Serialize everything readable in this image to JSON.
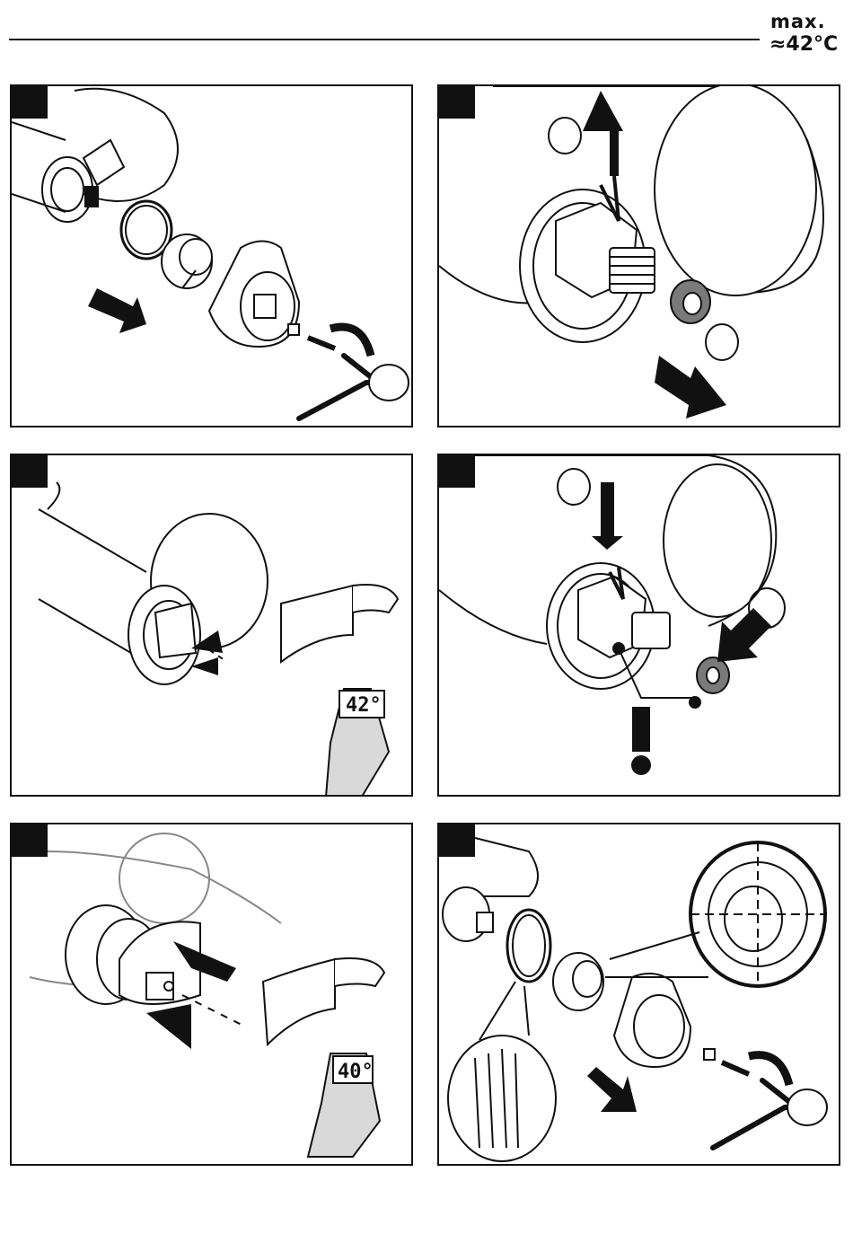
{
  "header": {
    "max_label": "max.",
    "temperature_label": "≈42°C"
  },
  "panels": [
    {
      "id": "panel-1",
      "icon": "remove-handle-illustration"
    },
    {
      "id": "panel-2",
      "icon": "remove-clip-and-ring-illustration",
      "display": ""
    },
    {
      "id": "panel-3",
      "icon": "measure-temperature-illustration",
      "thermometer_reading": "42°"
    },
    {
      "id": "panel-4",
      "icon": "reinsert-clip-and-ring-illustration"
    },
    {
      "id": "panel-5",
      "icon": "adjust-temperature-illustration",
      "thermometer_reading": "40°"
    },
    {
      "id": "panel-6",
      "icon": "reassemble-handle-illustration"
    }
  ],
  "colors": {
    "ink": "#111111",
    "paper": "#ffffff",
    "grey_part": "#7a7a7a",
    "light_grey": "#d9d9d9"
  }
}
